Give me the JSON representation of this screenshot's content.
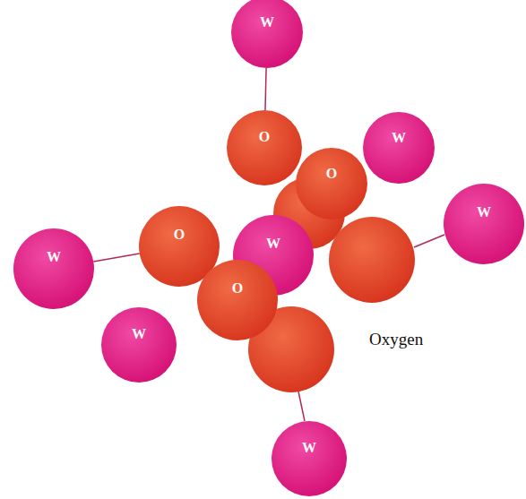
{
  "diagram": {
    "nodes": [
      {
        "text": [
          "W"
        ]
      },
      {
        "text": [
          "O"
        ]
      },
      {
        "text": [
          "O"
        ]
      },
      {
        "text": [
          "W"
        ]
      },
      {
        "text": [
          "W"
        ]
      },
      {
        "text": [
          "W"
        ]
      },
      {
        "text": [
          "O"
        ]
      },
      {
        "text": [
          "W"
        ]
      },
      {
        "text": [
          "O"
        ]
      },
      {
        "text": [
          "W"
        ]
      },
      {
        "text": [
          "W"
        ]
      }
    ],
    "edges": [
      {
        "from": 0,
        "to": 1,
        "arrow": "none"
      },
      {
        "from": 5,
        "to": 6,
        "arrow": "none"
      }
    ],
    "labels": [
      "Oxygen"
    ]
  }
}
